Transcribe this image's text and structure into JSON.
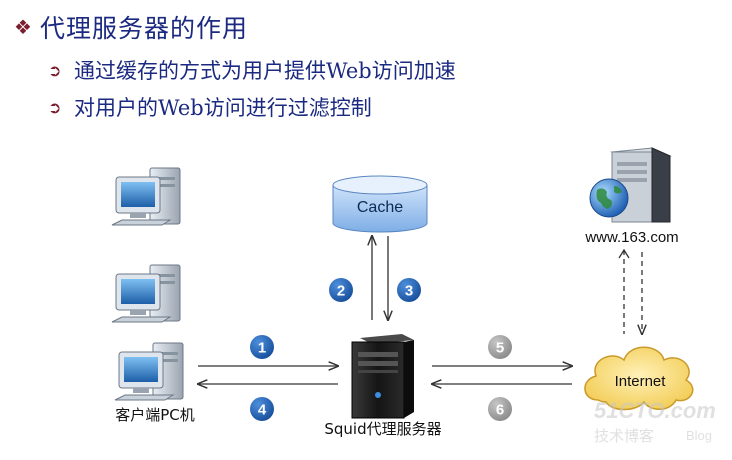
{
  "title": "代理服务器的作用",
  "bullets": [
    "通过缓存的方式为用户提供Web访问加速",
    "对用户的Web访问进行过滤控制"
  ],
  "nodes": {
    "cache": "Cache",
    "server": "www.163.com",
    "internet": "Internet",
    "client": "客户端PC机",
    "proxy": "Squid代理服务器"
  },
  "steps": [
    "1",
    "2",
    "3",
    "4",
    "5",
    "6"
  ],
  "watermark": {
    "main": "51CTO.com",
    "sub": "技术博客",
    "tag": "Blog"
  },
  "colors": {
    "title": "#1b2a80",
    "bullet": "#7a1f2e",
    "step_blue": "#1f5fae",
    "step_gray": "#9a9a9a",
    "cloud": "#f5d775",
    "cache": "#9fc4ef"
  }
}
